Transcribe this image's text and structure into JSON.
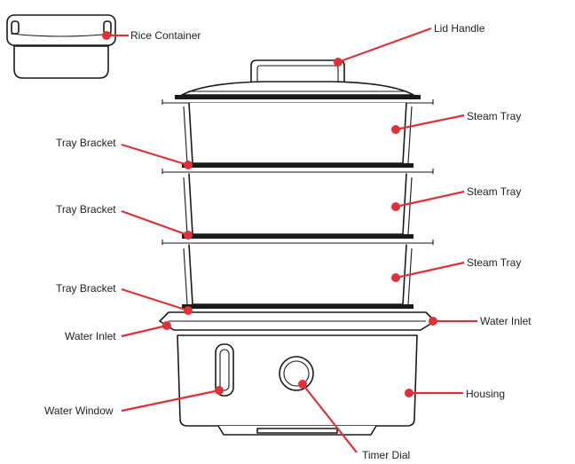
{
  "labels": {
    "rice_container": "Rice Container",
    "lid_handle": "Lid Handle",
    "steam_tray_1": "Steam Tray",
    "steam_tray_2": "Steam Tray",
    "steam_tray_3": "Steam Tray",
    "tray_bracket_1": "Tray Bracket",
    "tray_bracket_2": "Tray Bracket",
    "tray_bracket_3": "Tray Bracket",
    "water_inlet_left": "Water Inlet",
    "water_inlet_right": "Water Inlet",
    "water_window": "Water Window",
    "housing": "Housing",
    "timer_dial": "Timer Dial"
  },
  "colors": {
    "callout": "#e0313a",
    "outline": "#1a1a1a"
  }
}
